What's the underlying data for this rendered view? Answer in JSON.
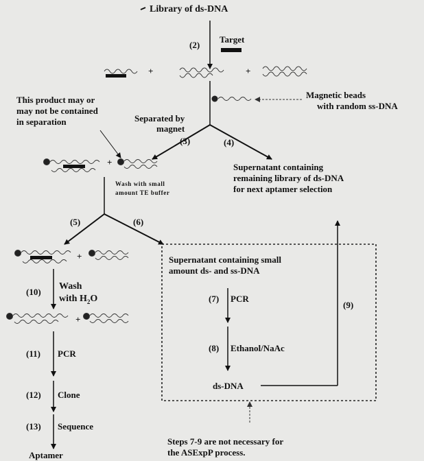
{
  "library_title": "Library of ds-DNA",
  "step2_label": "(2)",
  "target_label": "Target",
  "magnetic_beads": [
    "Magnetic beads",
    "with random ss-DNA"
  ],
  "product_note": [
    "This product may or",
    "may not be contained",
    "in separation"
  ],
  "separated_by": [
    "Separated by",
    "magnet"
  ],
  "step3_label": "(3)",
  "step4_label": "(4)",
  "supernatant_library": [
    "Supernatant containing",
    "remaining library of ds-DNA",
    "for next aptamer selection"
  ],
  "wash_te": [
    "Wash with small",
    "amount TE buffer"
  ],
  "step5_label": "(5)",
  "step6_label": "(6)",
  "supernatant_small": [
    "Supernatant containing small",
    "amount ds- and ss-DNA"
  ],
  "step7_label": "(7)",
  "pcr_label": "PCR",
  "step8_label": "(8)",
  "ethanol_label": "Ethanol/NaAc",
  "dsdna_label": "ds-DNA",
  "step9_label": "(9)",
  "step10_label": "(10)",
  "wash_h2o": [
    "Wash",
    "with H"
  ],
  "h2o_tail": "O",
  "h2o_sub": "2",
  "step11_label": "(11)",
  "pcr11_label": "PCR",
  "step12_label": "(12)",
  "clone_label": "Clone",
  "step13_label": "(13)",
  "sequence_label": "Sequence",
  "aptamer_label": "Aptamer",
  "steps_note": [
    "Steps 7-9 are not necessary for",
    "the ASExpP process."
  ],
  "plus_sign": "+"
}
